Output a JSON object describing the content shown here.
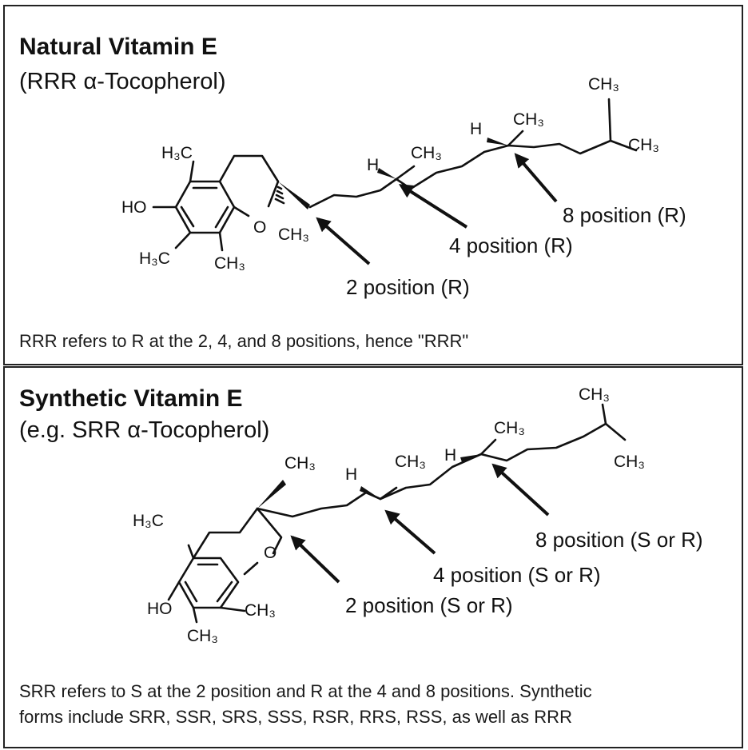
{
  "top": {
    "title": "Natural Vitamin E",
    "subtitle": "(RRR α-Tocopherol)",
    "atoms": {
      "h3c_upper": "H₃C",
      "ho": "HO",
      "h3c_lower": "H₃C",
      "ch3_ring": "CH₃",
      "o": "O",
      "ch3_c2": "CH₃",
      "h_c4": "H",
      "ch3_c4": "CH₃",
      "h_c8": "H",
      "ch3_c8": "CH₃",
      "ch3_end_top": "CH₃",
      "ch3_end_right": "CH₃"
    },
    "position_labels": {
      "p2": "2 position (R)",
      "p4": "4 position (R)",
      "p8": "8 position (R)"
    },
    "caption": "RRR refers to R at the 2, 4, and 8 positions, hence \"RRR\""
  },
  "bottom": {
    "title": "Synthetic Vitamin E",
    "subtitle": "(e.g. SRR α-Tocopherol)",
    "atoms": {
      "h3c_upper": "H₃C",
      "ho": "HO",
      "ch3_ring_right": "CH₃",
      "ch3_ring_bottom": "CH₃",
      "o": "O",
      "ch3_c2": "CH₃",
      "h_c4": "H",
      "ch3_c4": "CH₃",
      "h_c8": "H",
      "ch3_c8": "CH₃",
      "ch3_end_top": "CH₃",
      "ch3_end_right": "CH₃"
    },
    "position_labels": {
      "p2": "2 position (S or R)",
      "p4": "4 position (S or R)",
      "p8": "8 position (S or R)"
    },
    "caption_line1": "SRR refers to S at the 2 position and R at the 4 and 8 positions. Synthetic",
    "caption_line2": "forms include SRR, SSR, SRS, SSS, RSR, RRS, RSS, as well as RRR"
  }
}
